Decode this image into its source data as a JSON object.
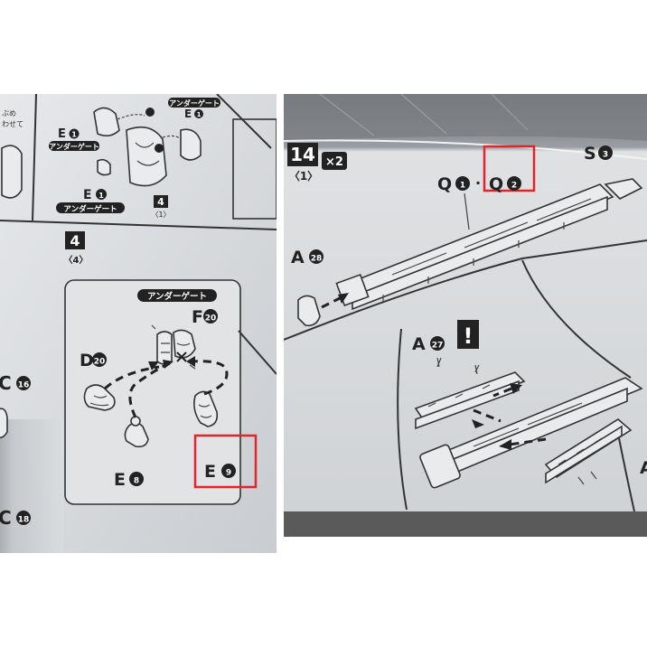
{
  "left": {
    "step_number": "4",
    "step_sub": "〈4〉",
    "small_step": "4",
    "small_step_sub": "〈1〉",
    "top_label_1": "アンダーゲート",
    "top_label_2": "アンダーゲート",
    "top_label_3": "アンダーゲート",
    "box_label": "アンダーゲート",
    "parts": {
      "F": "F",
      "F_num": "20",
      "D": "D",
      "D_num": "20",
      "E8": "E",
      "E8_num": "8",
      "E9": "E",
      "E9_num": "9",
      "C16": "C",
      "C16_num": "16",
      "C18": "C",
      "C18_num": "18",
      "E1a": "E",
      "E1a_num": "1",
      "E1b": "E",
      "E1b_num": "1",
      "E1c": "E",
      "E1c_num": "1"
    }
  },
  "right": {
    "step_number": "14",
    "step_sub": "〈1〉",
    "multiplier": "×2",
    "parts": {
      "Q1": "Q",
      "Q1_num": "1",
      "Q2": "Q",
      "Q2_num": "2",
      "S": "S",
      "S_num": "3",
      "A28": "A",
      "A28_num": "28",
      "A27": "A",
      "A27_num": "27",
      "A_edge": "A"
    },
    "separator": "·",
    "warning": "!"
  },
  "colors": {
    "highlight": "#e0262b",
    "ink": "#222222",
    "paper_left": "#dcdfe2",
    "paper_right": "#d6d9db",
    "bottom_bar": "#5a5a5a"
  }
}
